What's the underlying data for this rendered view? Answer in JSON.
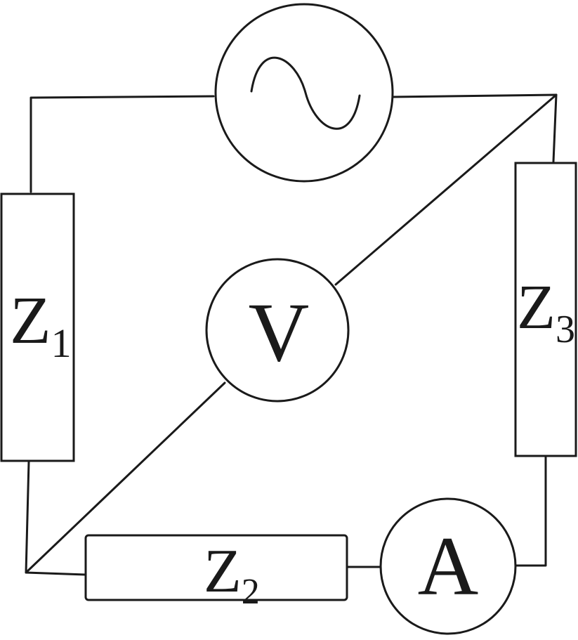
{
  "components": {
    "z1": {
      "symbol": "Z",
      "subscript": "1"
    },
    "z2": {
      "symbol": "Z",
      "subscript": "2"
    },
    "z3": {
      "symbol": "Z",
      "subscript": "3"
    },
    "voltmeter": {
      "label": "V"
    },
    "ammeter": {
      "label": "A"
    },
    "source": {
      "kind": "ac-source"
    }
  },
  "colors": {
    "stroke": "#1a1a1a",
    "background": "#ffffff"
  }
}
